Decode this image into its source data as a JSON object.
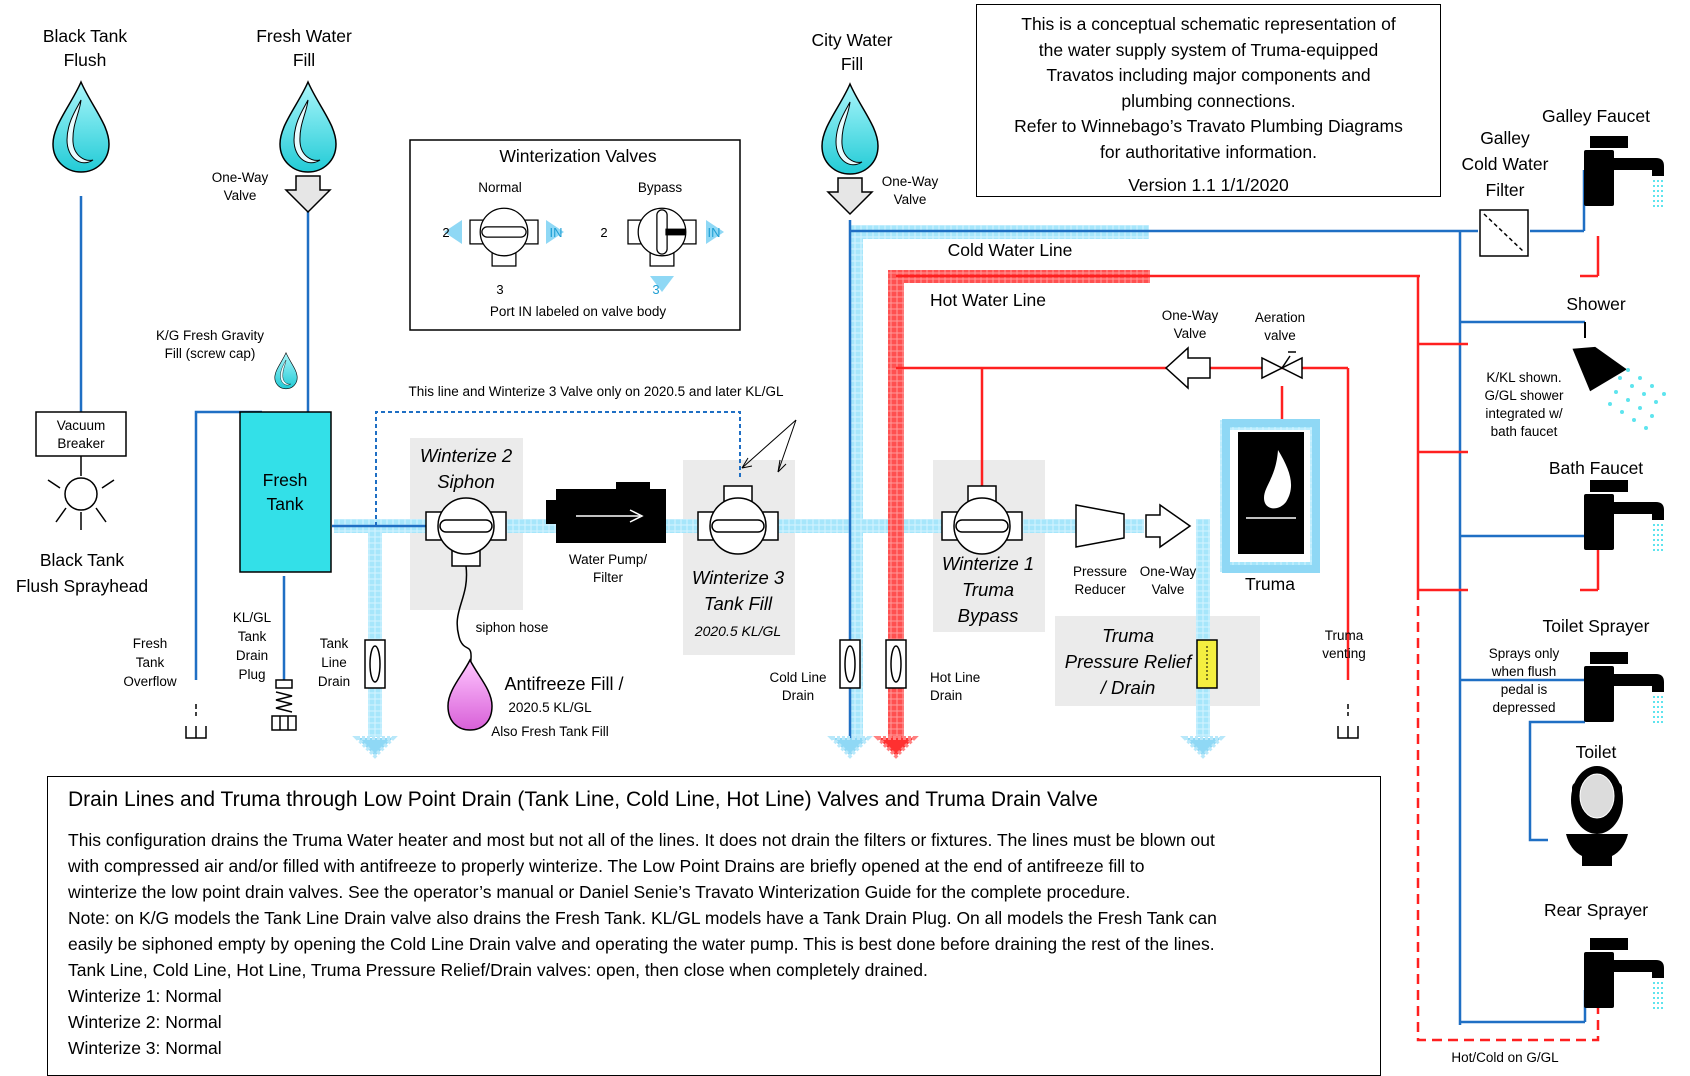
{
  "labels": {
    "black_tank_flush": [
      "Black Tank",
      "Flush"
    ],
    "fresh_water_fill": [
      "Fresh Water",
      "Fill"
    ],
    "city_water_fill": [
      "City Water",
      "Fill"
    ],
    "one_way_valve_left": [
      "One-Way",
      "Valve"
    ],
    "one_way_valve_city": [
      "One-Way",
      "Valve"
    ],
    "kg_fresh_gravity": [
      "K/G Fresh Gravity",
      "Fill (screw cap)"
    ],
    "vacuum_breaker": [
      "Vacuum",
      "Breaker"
    ],
    "black_tank_sprayhead": [
      "Black Tank",
      "Flush Sprayhead"
    ],
    "fresh_tank": [
      "Fresh",
      "Tank"
    ],
    "fresh_tank_overflow": [
      "Fresh",
      "Tank",
      "Overflow"
    ],
    "klgl_drain_plug": [
      "KL/GL",
      "Tank",
      "Drain",
      "Plug"
    ],
    "tank_line_drain": [
      "Tank",
      "Line",
      "Drain"
    ],
    "winterize2": [
      "Winterize 2",
      "Siphon"
    ],
    "siphon_hose": "siphon hose",
    "antifreeze_fill": "Antifreeze Fill /",
    "antifreeze_fill_2": "2020.5 KL/GL",
    "antifreeze_fill_3": "Also Fresh Tank Fill",
    "water_pump": [
      "Water Pump/",
      "Filter"
    ],
    "winterize3": [
      "Winterize 3",
      "Tank Fill"
    ],
    "winterize3_note": "2020.5 KL/GL",
    "dashed_line_note": "This line and Winterize 3 Valve only on 2020.5 and later KL/GL",
    "cold_line_drain": [
      "Cold Line",
      "Drain"
    ],
    "hot_line_drain": [
      "Hot Line",
      "Drain"
    ],
    "cold_water_line": "Cold Water Line",
    "hot_water_line": "Hot Water Line",
    "winterize1": [
      "Winterize 1",
      "Truma",
      "Bypass"
    ],
    "pressure_reducer": [
      "Pressure",
      "Reducer"
    ],
    "one_way_valve_mid": [
      "One-Way",
      "Valve"
    ],
    "one_way_valve_top": [
      "One-Way",
      "Valve"
    ],
    "aeration_valve": [
      "Aeration",
      "valve"
    ],
    "truma": "Truma",
    "truma_relief": [
      "Truma",
      "Pressure Relief",
      "/ Drain"
    ],
    "truma_venting": [
      "Truma",
      "venting"
    ],
    "galley_faucet": "Galley Faucet",
    "galley_filter": [
      "Galley",
      "Cold Water",
      "Filter"
    ],
    "shower": "Shower",
    "shower_note": [
      "K/KL shown.",
      "G/GL shower",
      "integrated w/",
      "bath faucet"
    ],
    "bath_faucet": "Bath Faucet",
    "toilet_sprayer": "Toilet Sprayer",
    "toilet_sprayer_note": [
      "Sprays only",
      "when flush",
      "pedal is",
      "depressed"
    ],
    "toilet": "Toilet",
    "rear_sprayer": "Rear Sprayer",
    "hot_cold_gl": "Hot/Cold on G/GL"
  },
  "winterization_valves": {
    "title": "Winterization Valves",
    "normal": "Normal",
    "bypass": "Bypass",
    "port2": "2",
    "port3": "3",
    "port_in": "IN",
    "footer": "Port IN labeled on valve body"
  },
  "note": [
    "This is a conceptual schematic representation of",
    "the water supply system of Truma-equipped",
    "Travatos including major components and",
    "plumbing connections.",
    "Refer to Winnebago’s Travato Plumbing Diagrams",
    "for authoritative information.",
    "Version 1.1 1/1/2020"
  ],
  "drain_box": {
    "title": "Drain Lines and Truma through Low Point Drain (Tank Line, Cold Line, Hot Line) Valves and Truma Drain Valve",
    "lines": [
      "This configuration drains the Truma Water heater and most but not all of the lines. It does not drain the filters or fixtures. The lines must be blown out",
      "with compressed air and/or filled with antifreeze to properly winterize.  The Low Point Drains are briefly opened at the end of antifreeze fill to",
      "winterize the low point drain valves. See the operator’s manual or Daniel Senie’s Travato Winterization Guide for the complete  procedure.",
      "Note: on K/G models the Tank Line Drain valve also drains the Fresh Tank.  KL/GL models have a Tank Drain Plug. On all models the Fresh Tank can",
      "easily be siphoned empty by opening the Cold Line Drain valve and operating the water pump. This is best done before draining the rest of the lines.",
      "Tank Line, Cold Line, Hot Line, Truma Pressure Relief/Drain valves: open, then close when completely drained.",
      "Winterize 1: Normal",
      "Winterize 2: Normal",
      "Winterize 3: Normal"
    ]
  },
  "colors": {
    "cold": "#1f6fc4",
    "hot": "#ff2020",
    "glow_cold": "#8fd8f5",
    "glow_hot": "#ff4040",
    "tank": "#33e0e8",
    "drop": "#5ce6ee",
    "antifreeze": "#ee88ee"
  }
}
